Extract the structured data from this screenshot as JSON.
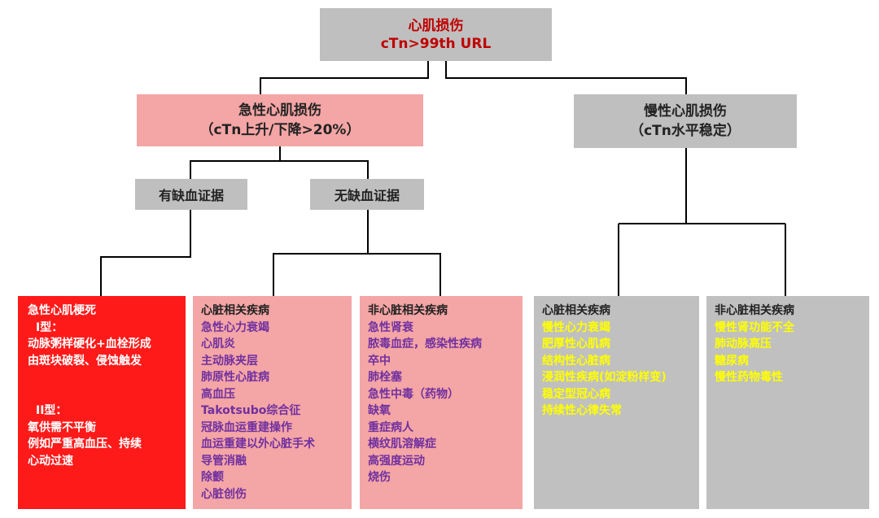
{
  "root": {
    "line1": "心肌损伤",
    "line2": "cTn>99th URL"
  },
  "acute": {
    "line1": "急性心肌损伤",
    "line2": "（cTn上升/下降>20%）"
  },
  "chronic": {
    "line1": "慢性心肌损伤",
    "line2": "（cTn水平稳定）"
  },
  "ischemia_yes": "有缺血证据",
  "ischemia_no": "无缺血证据",
  "ami": {
    "title": "急性心肌梗死",
    "type1_label": "I型：",
    "type1_lines": [
      "动脉粥样硬化+血栓形成",
      "由斑块破裂、侵蚀触发"
    ],
    "type2_label": "II型：",
    "type2_lines": [
      "氧供需不平衡",
      "例如严重高血压、持续",
      "心动过速"
    ]
  },
  "acute_cardiac": {
    "title": "心脏相关疾病",
    "items": [
      "急性心力衰竭",
      "心肌炎",
      "主动脉夹层",
      "肺原性心脏病",
      "高血压",
      "Takotsubo综合征",
      "冠脉血运重建操作",
      "血运重建以外心脏手术",
      "导管消融",
      "除颤",
      "心脏创伤"
    ]
  },
  "acute_noncardiac": {
    "title": "非心脏相关疾病",
    "items": [
      "急性肾衰",
      "脓毒血症，感染性疾病",
      "卒中",
      "肺栓塞",
      "急性中毒（药物）",
      "缺氧",
      "重症病人",
      "横纹肌溶解症",
      "高强度运动",
      "烧伤"
    ]
  },
  "chronic_cardiac": {
    "title": "心脏相关疾病",
    "items": [
      "慢性心力衰竭",
      "肥厚性心肌病",
      "结构性心脏病",
      "浸润性疾病(如淀粉样变)",
      "稳定型冠心病",
      "持续性心律失常"
    ]
  },
  "chronic_noncardiac": {
    "title": "非心脏相关疾病",
    "items": [
      "慢性肾功能不全",
      "肺动脉高压",
      "糖尿病",
      "慢性药物毒性"
    ]
  },
  "colors": {
    "root_text": "#c00000",
    "red_box": "#ff1a1a",
    "pink_box": "#f4a5a5",
    "gray_box": "#bfbfbf",
    "purple_text": "#7030a0",
    "yellow_text": "#ffff00"
  }
}
